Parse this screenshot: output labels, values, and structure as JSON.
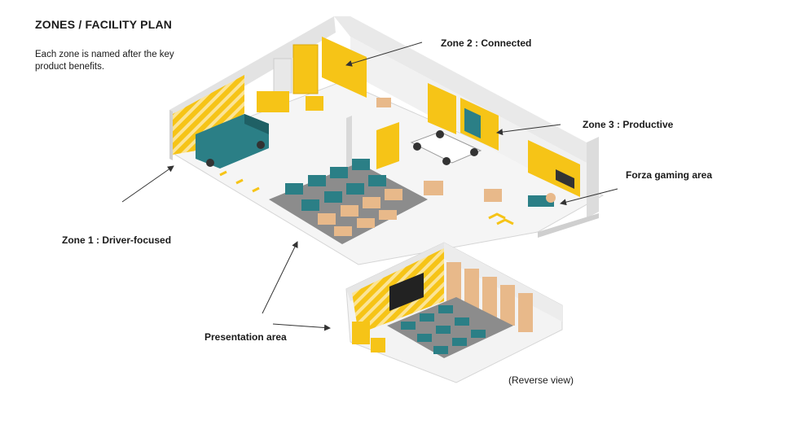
{
  "header": {
    "title": "ZONES / FACILITY PLAN",
    "subtitle": "Each zone is named after the key product benefits."
  },
  "labels": {
    "zone2": "Zone 2 : Connected",
    "zone3": "Zone 3 : Productive",
    "forza": "Forza gaming  area",
    "zone1": "Zone 1 : Driver-focused",
    "presentation": "Presentation area",
    "reverse": "(Reverse view)"
  },
  "colors": {
    "accent_yellow": "#f6c417",
    "teal": "#2b7f86",
    "box": "#e8b98a",
    "wall": "#ececec",
    "floor": "#f4f4f4",
    "dark_floor": "#8c8c8c"
  }
}
